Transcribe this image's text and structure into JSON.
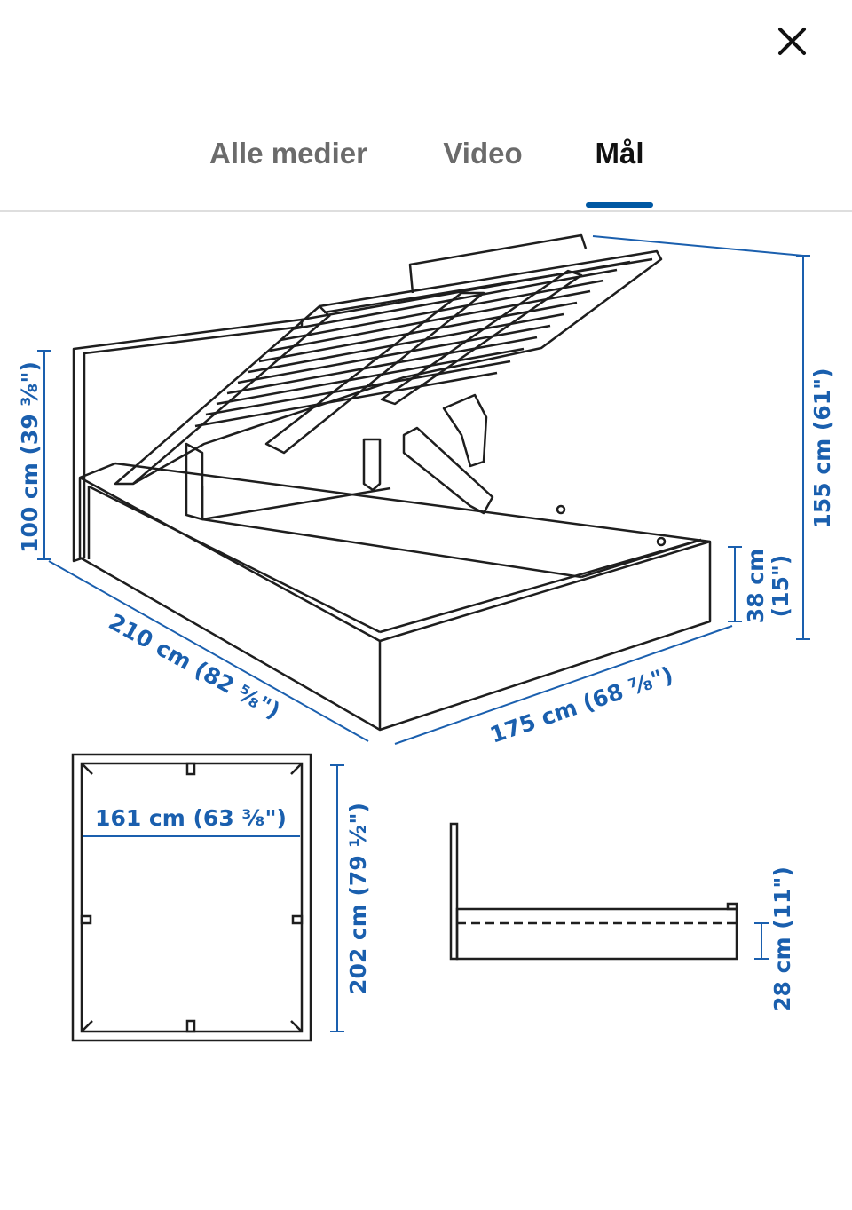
{
  "header": {
    "close_icon": "close-icon"
  },
  "tabs": [
    {
      "label": "Alle medier",
      "active": false
    },
    {
      "label": "Video",
      "active": false
    },
    {
      "label": "Mål",
      "active": true
    }
  ],
  "colors": {
    "accent": "#0058a3",
    "dimension_blue": "#1a5fae",
    "line": "#1e1e1e"
  },
  "dimensions": {
    "headboard_height": "100 cm (39 ³⁄₈\")",
    "total_height": "155 cm (61\")",
    "frame_height_cm": "38 cm",
    "frame_height_in": "(15\")",
    "length": "210 cm (82 ⁵⁄₈\")",
    "width": "175 cm (68 ⁷⁄₈\")",
    "inner_width": "161 cm (63 ³⁄₈\")",
    "inner_length": "202 cm (79 ¹⁄₂\")",
    "storage_height": "28 cm (11\")"
  }
}
